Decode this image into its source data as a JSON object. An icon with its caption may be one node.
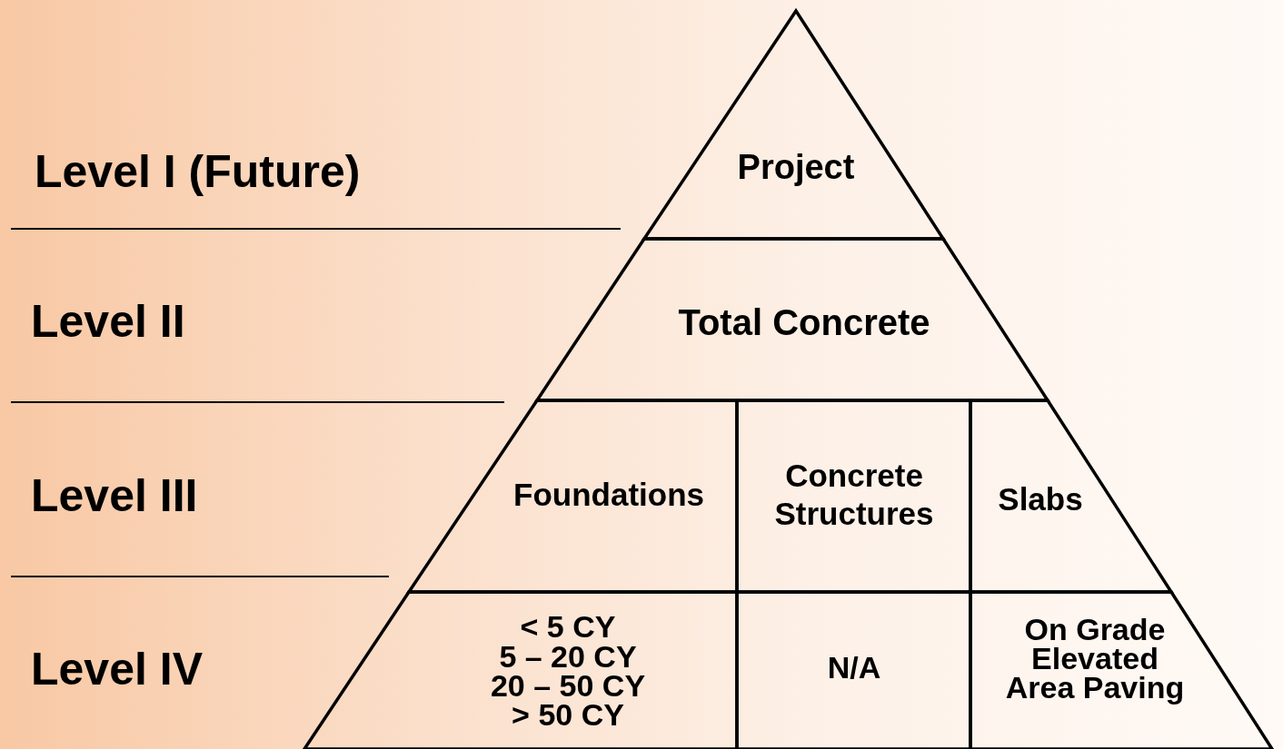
{
  "diagram": {
    "nodes": [
      {
        "text": [
          "Project"
        ]
      },
      {
        "text": [
          "Total Concrete"
        ]
      },
      {
        "text": [
          "Foundations"
        ]
      },
      {
        "text": [
          "Concrete Structures"
        ]
      },
      {
        "text": [
          "Slabs"
        ]
      },
      {
        "text": [
          "< 5 CY",
          "5 – 20 CY",
          "20 – 50 CY",
          "> 50 CY"
        ]
      },
      {
        "text": [
          "N/A"
        ]
      },
      {
        "text": [
          "On Grade",
          "Elevated",
          "Area Paving"
        ]
      }
    ],
    "labels": [
      "Level I (Future)",
      "Level II",
      "Level III",
      "Level IV"
    ]
  }
}
